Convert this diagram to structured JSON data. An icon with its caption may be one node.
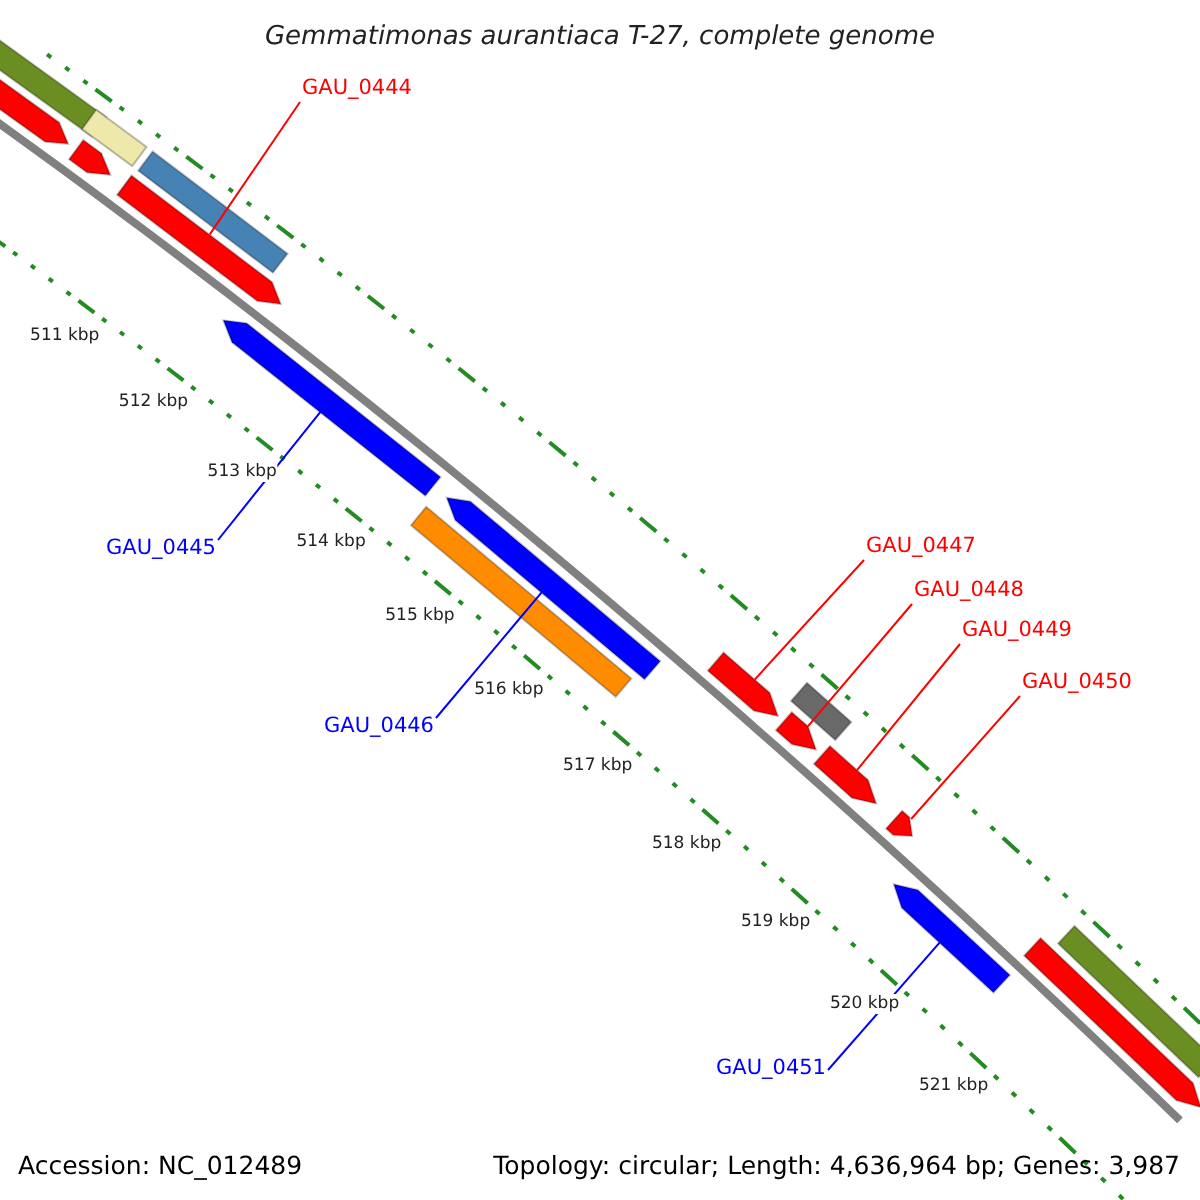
{
  "diagram": {
    "title": "Gemmatimonas aurantiaca T-27, complete genome",
    "nodes": [
      {
        "text": [
          "GAU_0444"
        ]
      },
      {
        "text": [],
        "shape": "arrow"
      },
      {
        "text": [
          "GAU_0445"
        ]
      },
      {
        "text": [],
        "shape": "arrow"
      },
      {
        "text": [
          "GAU_0446"
        ]
      },
      {
        "text": [],
        "shape": "arrow"
      },
      {
        "text": [
          "GAU_0447"
        ]
      },
      {
        "text": [],
        "shape": "arrow"
      },
      {
        "text": [
          "GAU_0448"
        ]
      },
      {
        "text": [],
        "shape": "arrow"
      },
      {
        "text": [
          "GAU_0449"
        ]
      },
      {
        "text": [],
        "shape": "arrow"
      },
      {
        "text": [
          "GAU_0450"
        ]
      },
      {
        "text": [],
        "shape": "arrow"
      },
      {
        "text": [
          "GAU_0451"
        ]
      },
      {
        "text": [],
        "shape": "arrow"
      },
      {
        "text": [],
        "shape": "bar"
      },
      {
        "text": [],
        "shape": "bar"
      },
      {
        "text": [],
        "shape": "bar"
      },
      {
        "text": [],
        "shape": "arrow"
      },
      {
        "text": [],
        "shape": "arrow"
      },
      {
        "text": [],
        "shape": "bar"
      },
      {
        "text": [],
        "shape": "bar"
      },
      {
        "text": [],
        "shape": "bar"
      },
      {
        "text": [],
        "shape": "arrow"
      }
    ],
    "edges": [
      {
        "from": 0,
        "to": 1,
        "arrow": "none"
      },
      {
        "from": 2,
        "to": 3,
        "arrow": "none",
        "color": "#0000ff"
      },
      {
        "from": 4,
        "to": 5,
        "arrow": "none",
        "color": "#0000ff"
      },
      {
        "from": 6,
        "to": 7,
        "arrow": "none"
      },
      {
        "from": 8,
        "to": 9,
        "arrow": "none"
      },
      {
        "from": 10,
        "to": 11,
        "arrow": "none"
      },
      {
        "from": 12,
        "to": 13,
        "arrow": "none"
      },
      {
        "from": 14,
        "to": 15,
        "arrow": "none",
        "color": "#0000ff"
      }
    ],
    "labels": [
      "511 kbp",
      "512 kbp",
      "513 kbp",
      "514 kbp",
      "515 kbp",
      "516 kbp",
      "517 kbp",
      "518 kbp",
      "519 kbp",
      "520 kbp",
      "521 kbp",
      "Accession: NC_012489",
      "Topology: circular; Length: 4,636,964 bp; Genes: 3,987"
    ]
  }
}
